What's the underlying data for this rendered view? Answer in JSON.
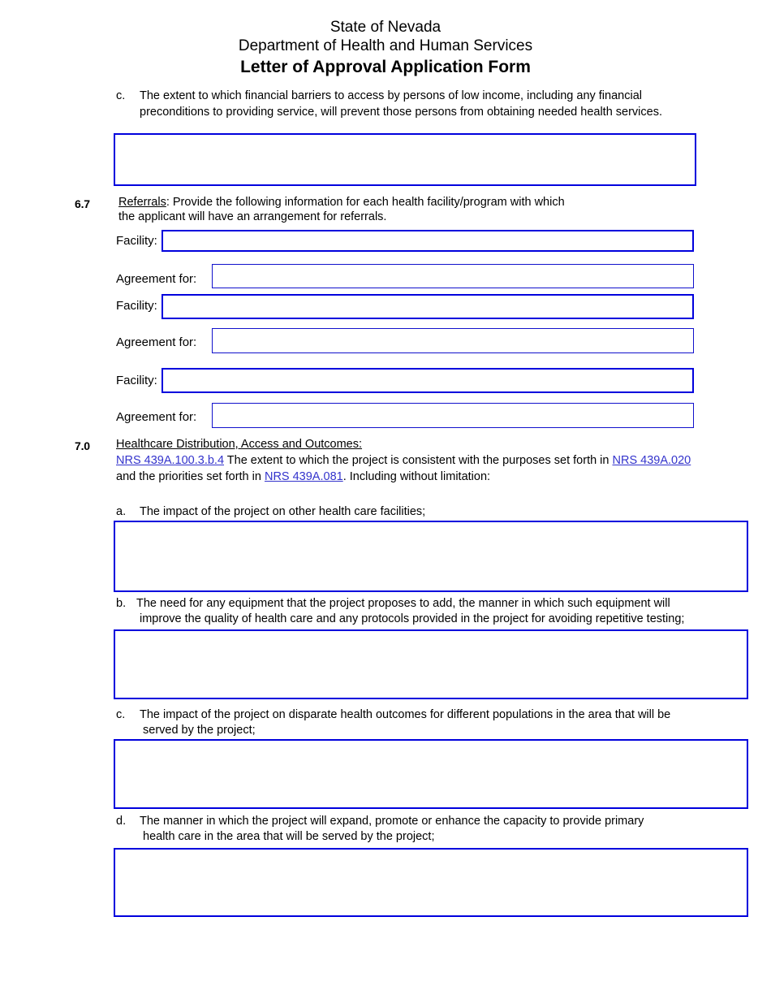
{
  "header": {
    "line1": "State of Nevada",
    "line2": "Department of Health and Human Services",
    "title": "Letter of Approval Application Form"
  },
  "colors": {
    "box_border": "#0000dd",
    "link": "#3333cc",
    "text": "#000000",
    "page_background": "#ffffff"
  },
  "item_c_top": {
    "letter": "c.",
    "text": "The extent to which financial barriers to access by persons of low income, including any financial preconditions to providing service, will prevent those persons from obtaining needed health services.",
    "answer_value": ""
  },
  "section_6_7": {
    "number": "6.7",
    "heading": "Referrals",
    "heading_suffix": ":  Provide the following information for each health facility/program with which",
    "line2": "the applicant will have an arrangement for referrals.",
    "rows": [
      {
        "facility_label": "Facility:",
        "facility_value": "",
        "agreement_label": "Agreement for:",
        "agreement_value": ""
      },
      {
        "facility_label": "Facility:",
        "facility_value": "",
        "agreement_label": "Agreement for:",
        "agreement_value": ""
      },
      {
        "facility_label": "Facility:",
        "facility_value": "",
        "agreement_label": "Agreement for:",
        "agreement_value": ""
      }
    ]
  },
  "section_7_0": {
    "number": "7.0",
    "heading": "Healthcare Distribution, Access and Outcomes:",
    "body_link1": "NRS 439A.100.3.b.4",
    "body_text1": "  The extent to which the project is consistent with the purposes set forth in",
    "body_link2": "NRS 439A.020",
    "body_text2": " and the priorities set forth in ",
    "body_link3": "NRS 439A.081",
    "body_text3": ". Including without limitation:",
    "items": [
      {
        "letter": "a.",
        "line1": "The impact of the project on other health care facilities;",
        "line2": "",
        "answer_value": ""
      },
      {
        "letter": "b.",
        "line1": "The need for any equipment that the project proposes to add, the manner in which such equipment will",
        "line2": "improve the quality of health care and any protocols provided in the project for avoiding repetitive testing;",
        "answer_value": ""
      },
      {
        "letter": "c.",
        "line1": "The impact of the project on disparate health outcomes for different populations in the area that will be",
        "line2": "served by the project;",
        "answer_value": ""
      },
      {
        "letter": "d.",
        "line1": "The manner in which the project will expand, promote or enhance the capacity to provide primary",
        "line2": "health care in the area that will be served by the project;",
        "answer_value": ""
      }
    ]
  }
}
